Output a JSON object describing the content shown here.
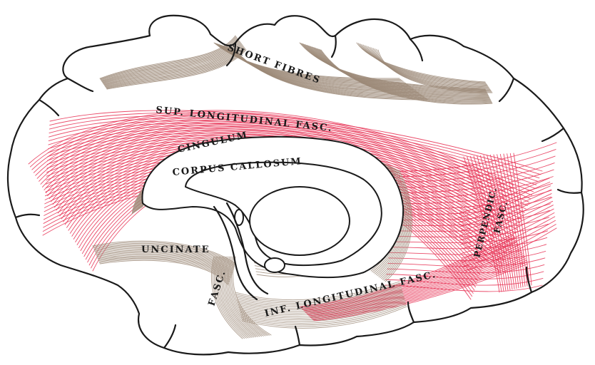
{
  "colors": {
    "association_fibres": "#e8385a",
    "other_fibres": "#9c8a78",
    "outline": "#1a1a1a"
  },
  "labels": {
    "short_fibres": "SHORT FIBRES",
    "sup_longitudinal": "SUP. LONGITUDINAL FASC.",
    "cingulum": "CINGULUM",
    "corpus_callosum": "CORPUS CALLOSUM",
    "uncinate": "UNCINATE",
    "uncinate_fasc": "FASC.",
    "inf_longitudinal": "INF. LONGITUDINAL FASC.",
    "perpendic_1": "PERPENDIC.",
    "perpendic_2": "FASC."
  }
}
